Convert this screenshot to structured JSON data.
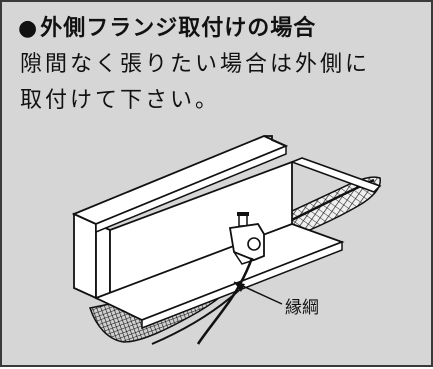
{
  "heading": {
    "bullet": "●",
    "text": "外側フランジ取付けの場合"
  },
  "instructions": {
    "line1": "隙間なく張りたい場合は外側に",
    "line2": "取付けて下さい。"
  },
  "figure": {
    "callout_label": "縁綱"
  },
  "colors": {
    "panel_background": "#d6d6d6",
    "border": "#3a3a3a",
    "ink": "#111111",
    "steel_face": "#ffffff"
  }
}
